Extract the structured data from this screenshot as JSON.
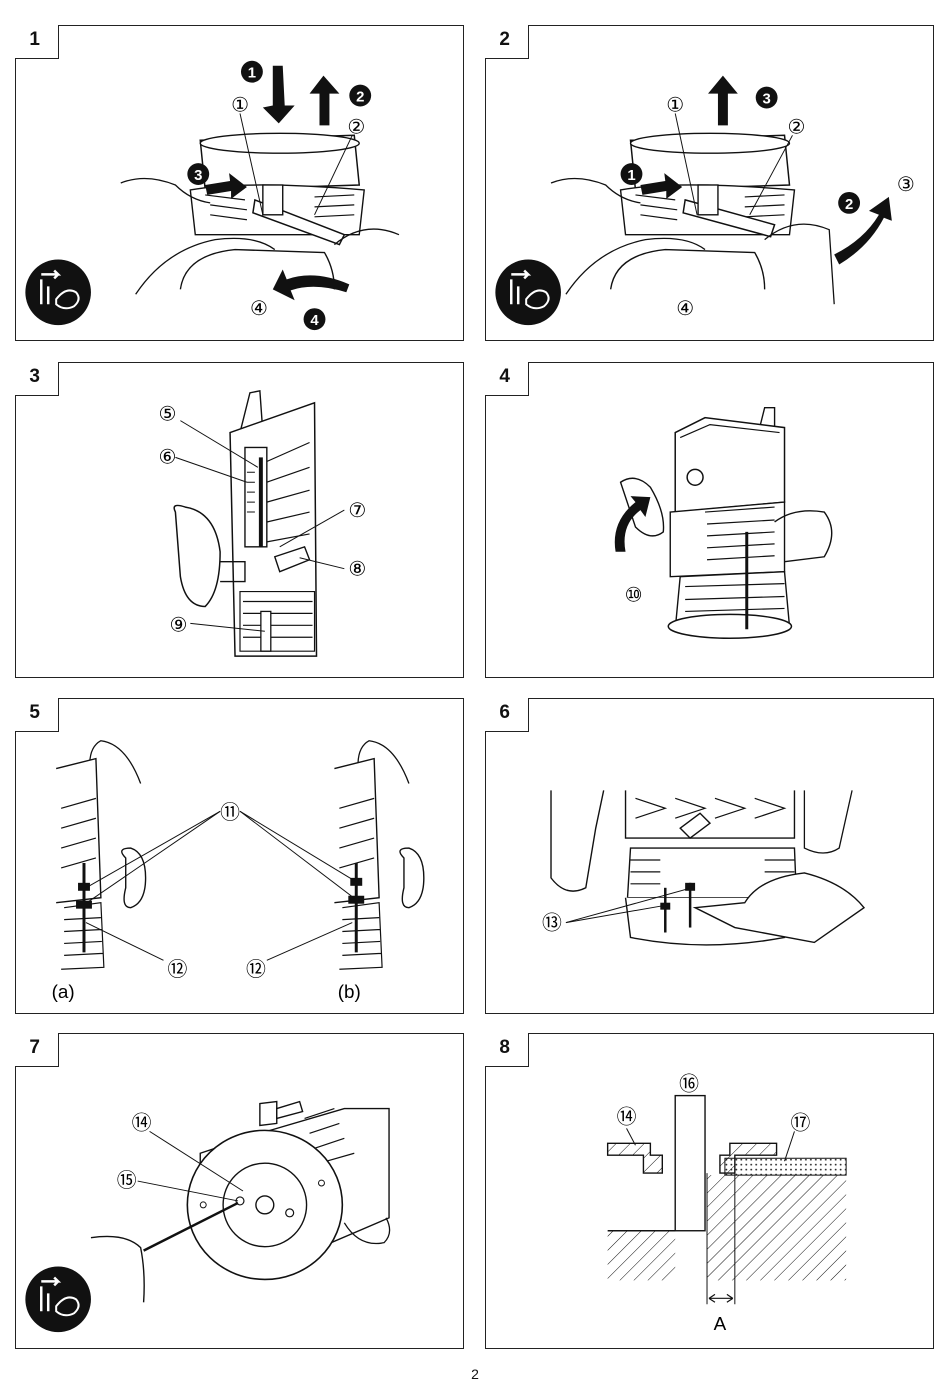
{
  "page_number": "2",
  "panels": [
    {
      "number": "1",
      "callouts": [
        "①",
        "②",
        "④"
      ],
      "steps": [
        "1",
        "2",
        "3",
        "4"
      ]
    },
    {
      "number": "2",
      "callouts": [
        "①",
        "②",
        "③",
        "④"
      ],
      "steps": [
        "1",
        "2",
        "3"
      ]
    },
    {
      "number": "3",
      "callouts": [
        "⑤",
        "⑥",
        "⑦",
        "⑧",
        "⑨"
      ]
    },
    {
      "number": "4",
      "callouts": [
        "⑩"
      ]
    },
    {
      "number": "5",
      "callouts": [
        "⑪",
        "⑫",
        "⑫"
      ],
      "captions": [
        "(a)",
        "(b)"
      ]
    },
    {
      "number": "6",
      "callouts": [
        "⑬"
      ]
    },
    {
      "number": "7",
      "callouts": [
        "⑭",
        "⑮"
      ]
    },
    {
      "number": "8",
      "callouts": [
        "⑯",
        "⑭",
        "⑰"
      ],
      "dimension_label": "A"
    }
  ],
  "icons": [
    "unplug-warning-icon",
    "unplug-warning-icon",
    "unplug-warning-icon"
  ]
}
